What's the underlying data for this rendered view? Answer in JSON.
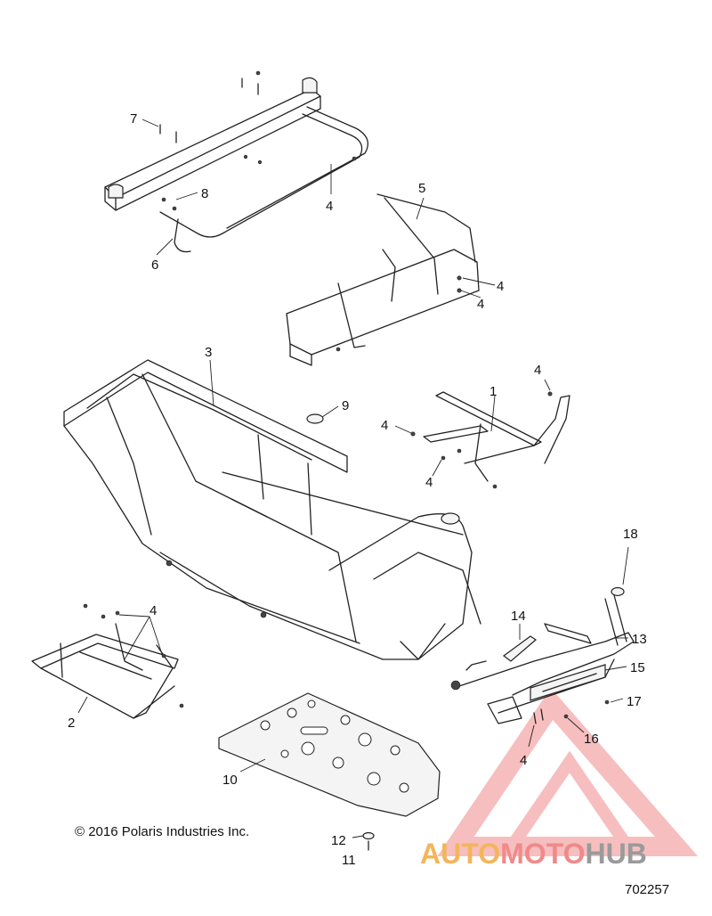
{
  "callouts": {
    "c1": "1",
    "c2": "2",
    "c3": "3",
    "c4a": "4",
    "c4b": "4",
    "c4c": "4",
    "c4d": "4",
    "c4e": "4",
    "c4f": "4",
    "c4g": "4",
    "c4h": "4",
    "c5": "5",
    "c6": "6",
    "c7": "7",
    "c8": "8",
    "c9": "9",
    "c10": "10",
    "c11": "11",
    "c12": "12",
    "c13": "13",
    "c14": "14",
    "c15": "15",
    "c16": "16",
    "c17": "17",
    "c18": "18"
  },
  "copyright": "© 2016 Polaris Industries Inc.",
  "drawing_number": "702257",
  "watermark": {
    "part1": "AUTO",
    "part2": "MOTO",
    "part3": "HUB",
    "colors": {
      "auto": "#f4b55a",
      "moto": "#f08a8a",
      "hub": "#9a9a9a"
    }
  }
}
